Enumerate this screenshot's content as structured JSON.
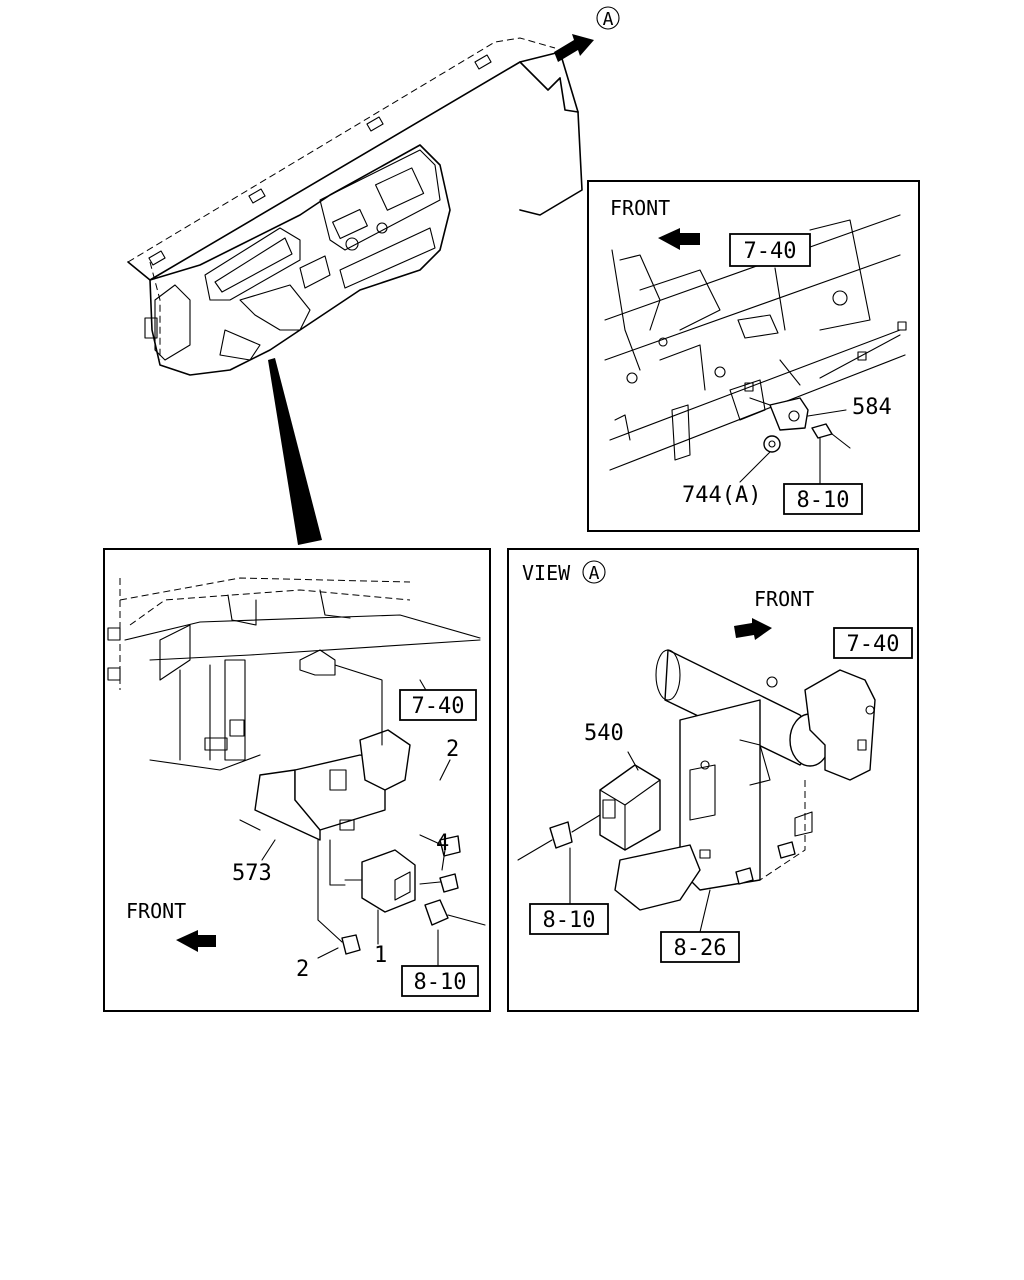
{
  "top": {
    "view_marker": "A"
  },
  "panel_top_right": {
    "front_label": "FRONT",
    "refs": [
      "7-40",
      "8-10"
    ],
    "parts": [
      "584",
      "744(A)"
    ]
  },
  "panel_bottom_left": {
    "refs": [
      "7-40",
      "8-10"
    ],
    "parts": [
      "2",
      "4",
      "573",
      "2",
      "1"
    ],
    "front_label": "FRONT"
  },
  "panel_bottom_right": {
    "view_label": "VIEW",
    "view_marker": "A",
    "front_label": "FRONT",
    "refs": [
      "7-40",
      "8-10",
      "8-26"
    ],
    "parts": [
      "540"
    ]
  }
}
